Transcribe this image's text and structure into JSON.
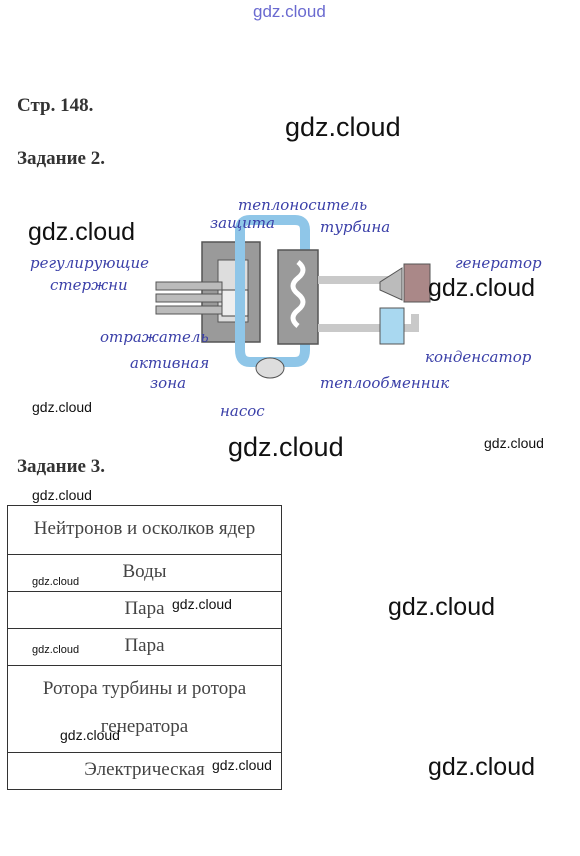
{
  "watermark": "gdz.cloud",
  "page_ref": "Стр. 148.",
  "task2": {
    "title": "Задание 2.",
    "labels": {
      "protection": "защита",
      "coolant": "теплоноситель",
      "turbine": "турбина",
      "control_rods_1": "регулирующие",
      "control_rods_2": "стержни",
      "generator": "генератор",
      "reflector": "отражатель",
      "active_zone_1": "активная",
      "active_zone_2": "зона",
      "condenser": "конденсатор",
      "heat_exchanger": "теплообменник",
      "pump": "насос"
    }
  },
  "task3": {
    "title": "Задание 3.",
    "rows": [
      "Нейтронов и осколков ядер",
      "Воды",
      "Пара",
      "Пара",
      "Ротора турбины и ротора генератора",
      "Электрическая"
    ]
  }
}
